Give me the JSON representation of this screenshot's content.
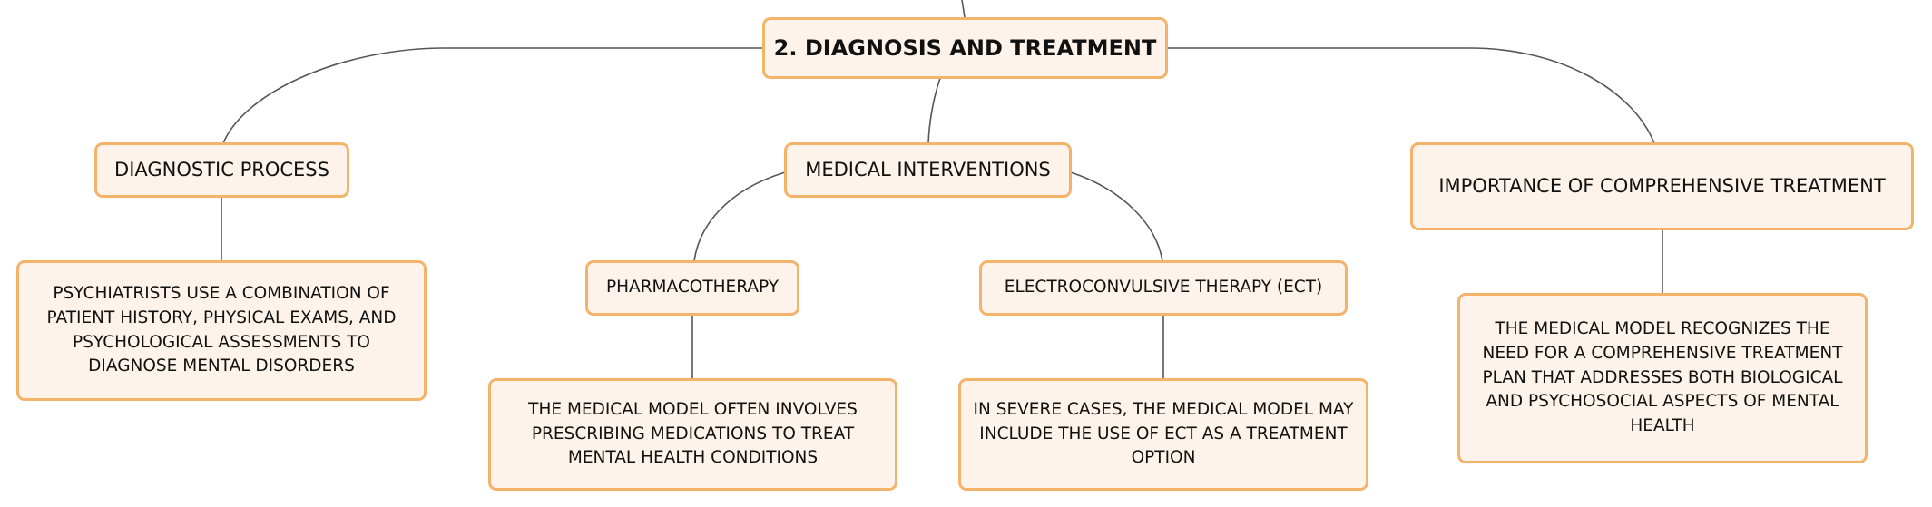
{
  "diagram": {
    "root": {
      "label": "2. DIAGNOSIS AND TREATMENT"
    },
    "diagnostic_process": {
      "label": "DIAGNOSTIC PROCESS",
      "detail": "PSYCHIATRISTS USE A COMBINATION OF PATIENT HISTORY, PHYSICAL EXAMS, AND PSYCHOLOGICAL ASSESSMENTS TO DIAGNOSE MENTAL DISORDERS"
    },
    "medical_interventions": {
      "label": "MEDICAL INTERVENTIONS",
      "pharmacotherapy": {
        "label": "PHARMACOTHERAPY",
        "detail": "THE MEDICAL MODEL OFTEN INVOLVES PRESCRIBING MEDICATIONS TO TREAT MENTAL HEALTH CONDITIONS"
      },
      "ect": {
        "label": "ELECTROCONVULSIVE THERAPY (ECT)",
        "detail": "IN SEVERE CASES, THE MEDICAL MODEL MAY INCLUDE THE USE OF ECT AS A TREATMENT OPTION"
      }
    },
    "comprehensive_treatment": {
      "label": "IMPORTANCE OF COMPREHENSIVE TREATMENT",
      "detail": "THE MEDICAL MODEL RECOGNIZES THE NEED FOR A COMPREHENSIVE TREATMENT PLAN THAT ADDRESSES BOTH BIOLOGICAL AND PSYCHOSOCIAL ASPECTS OF MENTAL HEALTH"
    }
  },
  "colors": {
    "node_border": "#f4b36b",
    "node_fill": "#fdf3ea",
    "connector": "#555555",
    "text": "#111111"
  }
}
